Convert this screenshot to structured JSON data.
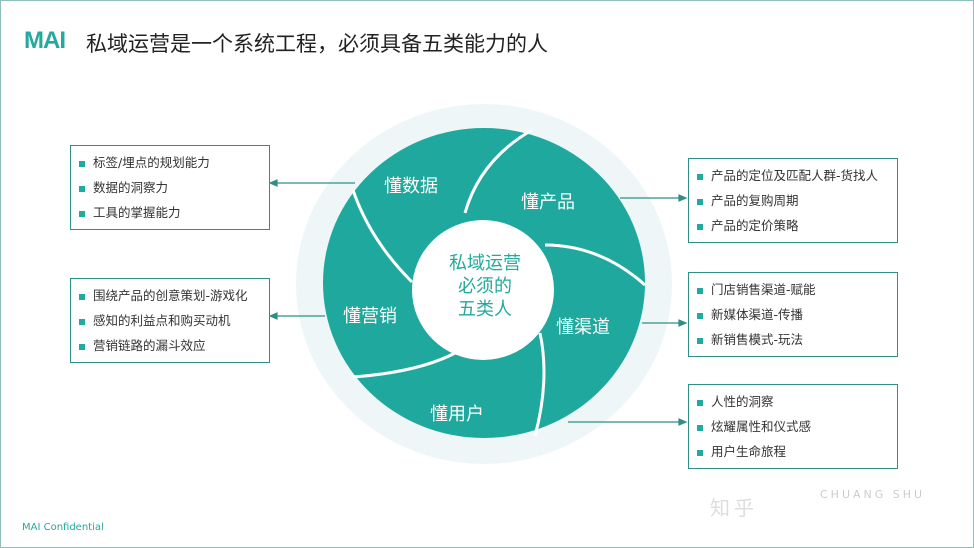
{
  "header": {
    "logo": "MAI",
    "title": "私域运营是一个系统工程，必须具备五类能力的人"
  },
  "center": {
    "line1": "私域运营",
    "line2": "必须的",
    "line3": "五类人"
  },
  "segments": [
    "懂数据",
    "懂产品",
    "懂渠道",
    "懂用户",
    "懂营销"
  ],
  "boxes": {
    "data": [
      "标签/埋点的规划能力",
      "数据的洞察力",
      "工具的掌握能力"
    ],
    "marketing": [
      "围绕产品的创意策划-游戏化",
      "感知的利益点和购买动机",
      "营销链路的漏斗效应"
    ],
    "product": [
      "产品的定位及匹配人群-货找人",
      "产品的复购周期",
      "产品的定价策略"
    ],
    "channel": [
      "门店销售渠道-赋能",
      "新媒体渠道-传播",
      "新销售模式-玩法"
    ],
    "user": [
      "人性的洞察",
      "炫耀属性和仪式感",
      "用户生命旅程"
    ]
  },
  "footer": {
    "confidential": "MAI Confidential"
  },
  "watermark": {
    "left": "知乎",
    "right": "CHUANG SHU"
  },
  "colors": {
    "teal": "#1fa99e",
    "halo": "#eef6f7"
  }
}
